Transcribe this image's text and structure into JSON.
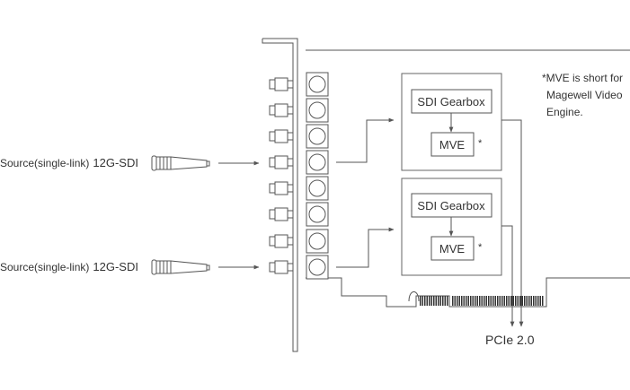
{
  "sources": [
    {
      "label_prefix": "Source(single-link)",
      "label_signal": "12G-SDI"
    },
    {
      "label_prefix": "Source(single-link)",
      "label_signal": "12G-SDI"
    }
  ],
  "engines": [
    {
      "gearbox_label": "SDI Gearbox",
      "mve_label": "MVE",
      "asterisk": "*"
    },
    {
      "gearbox_label": "SDI Gearbox",
      "mve_label": "MVE",
      "asterisk": "*"
    }
  ],
  "note": {
    "line1": "*MVE is short for",
    "line2": "Magewell Video",
    "line3": "Engine."
  },
  "bus_label": "PCIe 2.0",
  "colors": {
    "stroke": "#555555",
    "text": "#333333"
  }
}
